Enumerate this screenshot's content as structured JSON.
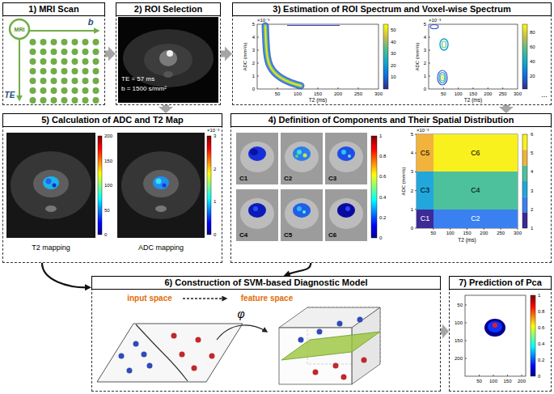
{
  "diagram": {
    "nodes": [
      {
        "text": [
          "1) MRI Scan"
        ]
      },
      {
        "text": [
          "2) ROI Selection"
        ]
      },
      {
        "text": [
          "3) Estimation of ROI Spectrum and Voxel-wise Spectrum"
        ]
      },
      {
        "text": [
          "5) Calculation of ADC and T2 Map"
        ]
      },
      {
        "text": [
          "4) Definition of Components and Their Spatial Distribution"
        ]
      },
      {
        "text": [
          "C5"
        ],
        "in": 4
      },
      {
        "text": [
          "C6"
        ],
        "in": 4
      },
      {
        "text": [
          "C3"
        ],
        "in": 4
      },
      {
        "text": [
          "C4"
        ],
        "in": 4
      },
      {
        "text": [
          "C1"
        ],
        "in": 4
      },
      {
        "text": [
          "C2"
        ],
        "in": 4
      },
      {
        "text": [
          "6) Construction of SVM-based Diagnostic Model"
        ]
      },
      {
        "text": [
          "7) Prediction of Pca"
        ]
      }
    ],
    "edges": [
      {
        "from": 0,
        "to": 1,
        "arrow": "to"
      },
      {
        "from": 1,
        "to": 2,
        "arrow": "to"
      },
      {
        "from": 1,
        "to": 3,
        "arrow": "to"
      },
      {
        "from": 2,
        "to": 4,
        "arrow": "to"
      },
      {
        "from": 3,
        "to": 11,
        "arrow": "to"
      },
      {
        "from": 4,
        "to": 11,
        "arrow": "to"
      },
      {
        "from": 11,
        "to": 12,
        "arrow": "to"
      }
    ],
    "labels": [
      "MRI",
      "b",
      "TE",
      "TE = 57 ms",
      "b = 1500 s/mm²",
      "×10⁻³",
      "5",
      "4",
      "3",
      "2",
      "1",
      "0",
      "ADC (mm²/s)",
      "50",
      "100",
      "150",
      "200",
      "250",
      "300",
      "T2 (ms)",
      "50",
      "40",
      "30",
      "20",
      "10",
      "×10⁻³",
      "5",
      "4",
      "3",
      "2",
      "1",
      "0",
      "ADC (mm²/s)",
      "50",
      "100",
      "150",
      "200",
      "250",
      "300",
      "T2 (ms)",
      "80",
      "60",
      "40",
      "20",
      "...",
      "200",
      "150",
      "100",
      "50",
      "0",
      "T2 mapping",
      "×10⁻³",
      "3",
      "2",
      "1",
      "0",
      "ADC mapping",
      "C1",
      "C2",
      "C3",
      "C4",
      "C5",
      "C6",
      "1",
      "0.8",
      "0.6",
      "0.4",
      "0.2",
      "0",
      "×10⁻³",
      "5",
      "4",
      "3",
      "2",
      "1",
      "0",
      "ADC (mm²/s)",
      "50",
      "100",
      "150",
      "200",
      "250",
      "300",
      "T2 (ms)",
      "6",
      "5",
      "4",
      "3",
      "2",
      "1",
      "input space",
      "feature space",
      "φ",
      "50",
      "100",
      "150",
      "200",
      "50",
      "100",
      "150",
      "200",
      "1",
      "0.8",
      "0.6",
      "0.4",
      "0.2",
      "0"
    ]
  }
}
